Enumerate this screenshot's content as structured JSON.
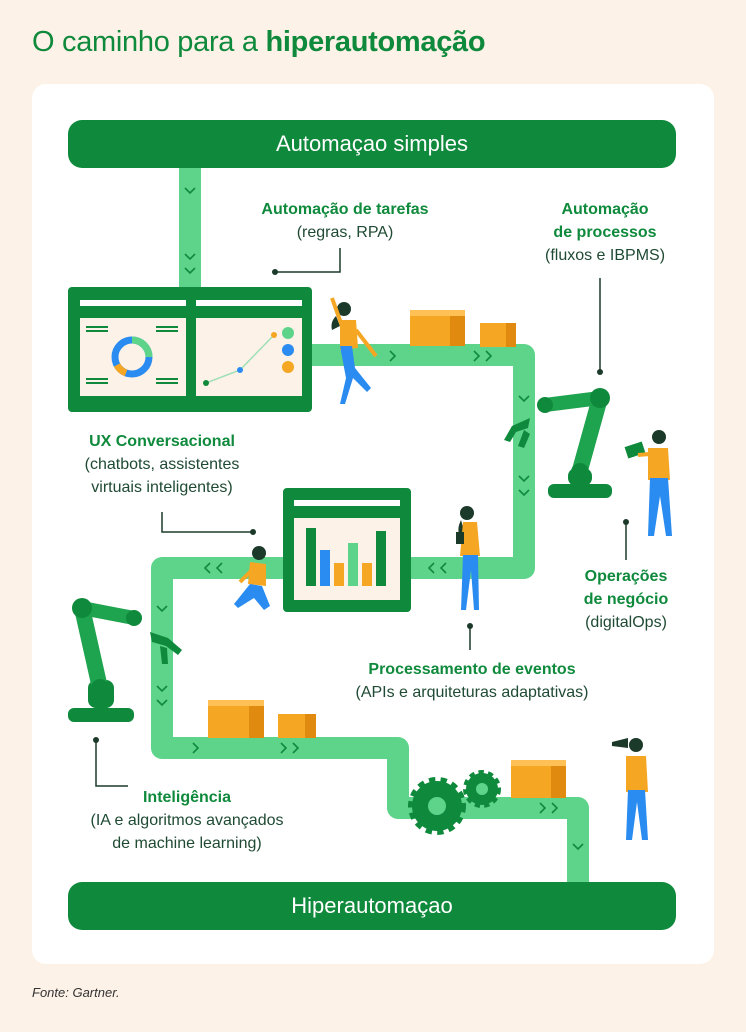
{
  "title": {
    "prefix": "O caminho para a ",
    "bold": "hiperautomação"
  },
  "top_bar": "Automaçao simples",
  "bottom_bar": "Hiperautomaçao",
  "labels": {
    "tarefas": {
      "title": "Automação de tarefas",
      "sub": "(regras, RPA)"
    },
    "processos": {
      "title1": "Automação",
      "title2": "de processos",
      "sub": "(fluxos e IBPMS)"
    },
    "ux": {
      "title": "UX Conversacional",
      "sub1": "(chatbots, assistentes",
      "sub2": "virtuais inteligentes)"
    },
    "operacoes": {
      "title1": "Operações",
      "title2": "de negócio",
      "sub": "(digitalOps)"
    },
    "eventos": {
      "title": "Processamento de eventos",
      "sub": "(APIs e arquiteturas adaptativas)"
    },
    "inteligencia": {
      "title": "Inteligência",
      "sub1": "(IA e algoritmos avançados",
      "sub2": "de machine learning)"
    }
  },
  "source": "Fonte: Gartner.",
  "colors": {
    "dark_green": "#0f8a3c",
    "light_green": "#5ed48a",
    "orange": "#f5a623",
    "blue": "#2a8cf0",
    "background": "#fdf2e7"
  }
}
